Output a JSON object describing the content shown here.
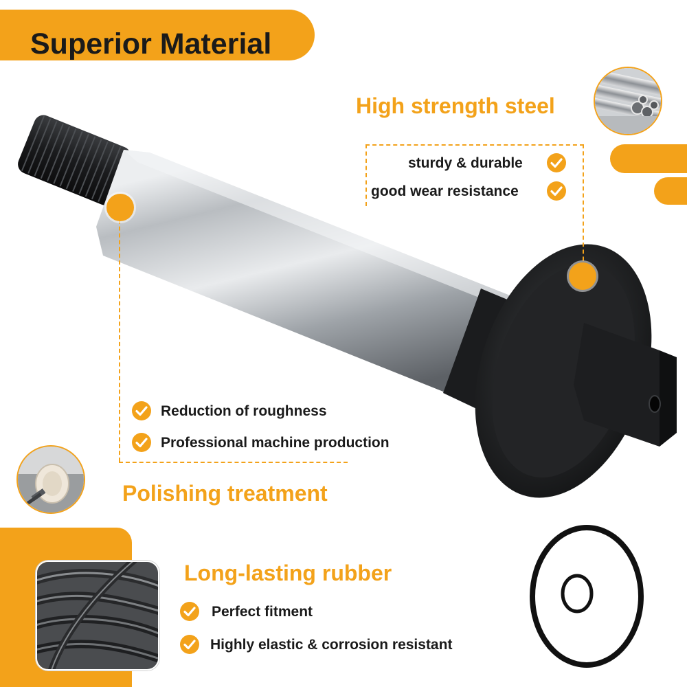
{
  "banner": {
    "title": "Superior Material"
  },
  "steel": {
    "heading": "High strength steel",
    "features": [
      "sturdy & durable",
      "good wear resistance"
    ]
  },
  "polishing": {
    "heading": "Polishing treatment",
    "features": [
      "Reduction of roughness",
      "Professional machine production"
    ]
  },
  "rubber": {
    "heading": "Long-lasting rubber",
    "features": [
      "Perfect fitment",
      "Highly elastic & corrosion resistant"
    ]
  },
  "colors": {
    "accent": "#F3A21A",
    "text": "#1a1a1a",
    "background": "#ffffff",
    "steel": "#a9adb2",
    "black_part": "#1c1d1f"
  },
  "icons": [
    "check-icon",
    "steel-tubes-thumbnail",
    "polishing-wheel-thumbnail",
    "rubber-rings-thumbnail"
  ]
}
